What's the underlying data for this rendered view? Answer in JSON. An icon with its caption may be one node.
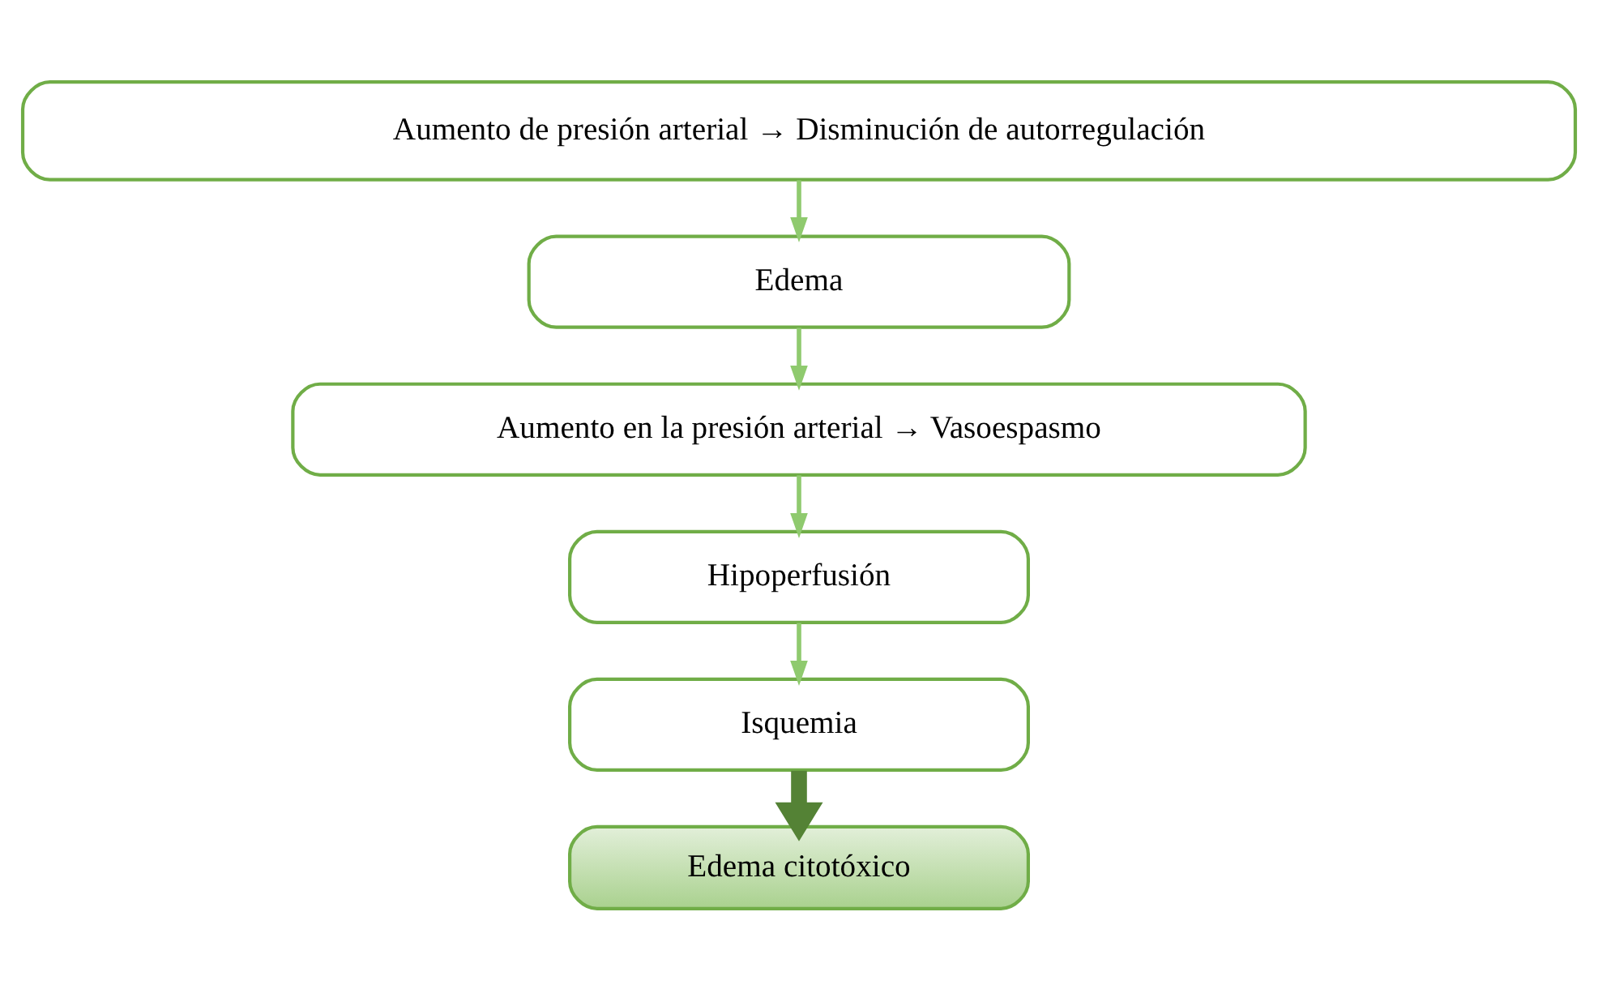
{
  "diagram": {
    "nodes": [
      {
        "text": [
          "Aumento de presión arterial → Disminución de autorregulación"
        ]
      },
      {
        "text": [
          "Edema"
        ]
      },
      {
        "text": [
          "Aumento en la presión arterial → Vasoespasmo"
        ]
      },
      {
        "text": [
          "Hipoperfusión"
        ]
      },
      {
        "text": [
          "Isquemia"
        ]
      },
      {
        "text": [
          "Edema citotóxico"
        ]
      }
    ],
    "edges": [
      {
        "from": 0,
        "to": 1,
        "arrow": "to"
      },
      {
        "from": 1,
        "to": 2,
        "arrow": "to"
      },
      {
        "from": 2,
        "to": 3,
        "arrow": "to"
      },
      {
        "from": 3,
        "to": 4,
        "arrow": "to"
      },
      {
        "from": 4,
        "to": 5,
        "arrow": "to",
        "style": "thick",
        "color": "#548235"
      }
    ]
  }
}
